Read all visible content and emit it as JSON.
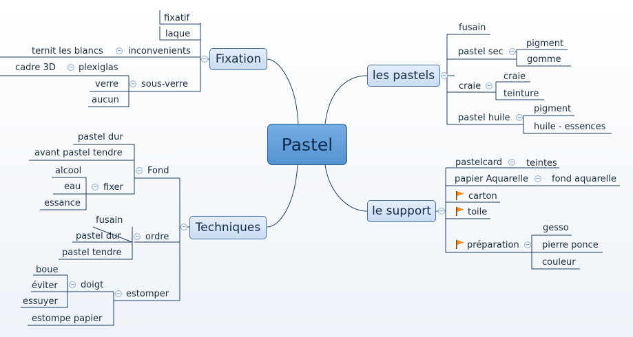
{
  "root": "Pastel",
  "main": {
    "fixation": "Fixation",
    "techniques": "Techniques",
    "pastels": "les pastels",
    "support": "le support"
  },
  "fixation": {
    "fixatif": "fixatif",
    "laque": "laque",
    "inconvenients": "inconvenients",
    "ternit": "ternit les blancs",
    "plexiglas": "plexiglas",
    "cadre": "cadre 3D",
    "sousverre": "sous-verre",
    "verre": "verre",
    "aucun": "aucun"
  },
  "techniques": {
    "fond": "Fond",
    "pastel_dur": "pastel dur",
    "avant": "avant pastel tendre",
    "fixer": "fixer",
    "alcool": "alcool",
    "eau": "eau",
    "essance": "essance",
    "ordre": "ordre",
    "fusain": "fusain",
    "ordre_pastel_dur": "pastel dur",
    "pastel_tendre": "pastel tendre",
    "estomper": "estomper",
    "doigt": "doigt",
    "boue": "boue",
    "eviter": "éviter",
    "essuyer": "essuyer",
    "estompe": "estompe papier"
  },
  "pastels": {
    "fusain": "fusain",
    "sec": "pastel sec",
    "pigment": "pigment",
    "gomme": "gomme",
    "craie": "craie",
    "craie_child": "craie",
    "teinture": "teinture",
    "huile": "pastel huile",
    "huile_pigment": "pigment",
    "essences": "huile - essences"
  },
  "support": {
    "pastelcard": "pastelcard",
    "teintes": "teintes",
    "aquarelle": "papier Aquarelle",
    "fond_aquarelle": "fond aquarelle",
    "carton": "carton",
    "toile": "toile",
    "preparation": "préparation",
    "gesso": "gesso",
    "ponce": "pierre ponce",
    "couleur": "couleur"
  },
  "colors": {
    "line": "#1f3a5c",
    "flag": "#f28a1c"
  },
  "icons": {
    "collapse": "collapse-icon",
    "task": "flag-icon"
  }
}
